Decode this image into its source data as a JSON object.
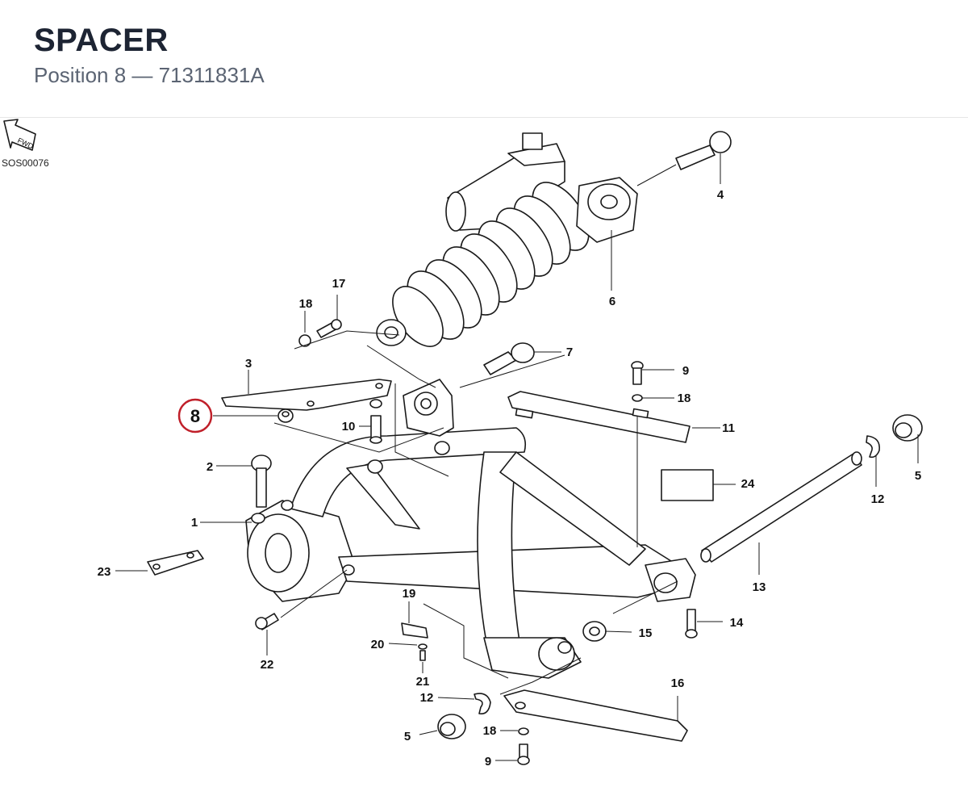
{
  "header": {
    "title": "SPACER",
    "subtitle": "Position 8 — 71311831A"
  },
  "diagram": {
    "code": "SOS00076",
    "fwd_label": "FWD",
    "highlight": {
      "label": "8",
      "color": "#c0202a"
    },
    "callouts": {
      "c1": "1",
      "c2": "2",
      "c3": "3",
      "c4": "4",
      "c5a": "5",
      "c5b": "5",
      "c6": "6",
      "c7": "7",
      "c9a": "9",
      "c9b": "9",
      "c10": "10",
      "c11": "11",
      "c12a": "12",
      "c12b": "12",
      "c13": "13",
      "c14": "14",
      "c15": "15",
      "c16": "16",
      "c17": "17",
      "c18a": "18",
      "c18b": "18",
      "c18c": "18",
      "c19": "19",
      "c20": "20",
      "c21": "21",
      "c22": "22",
      "c23": "23",
      "c24": "24"
    }
  }
}
